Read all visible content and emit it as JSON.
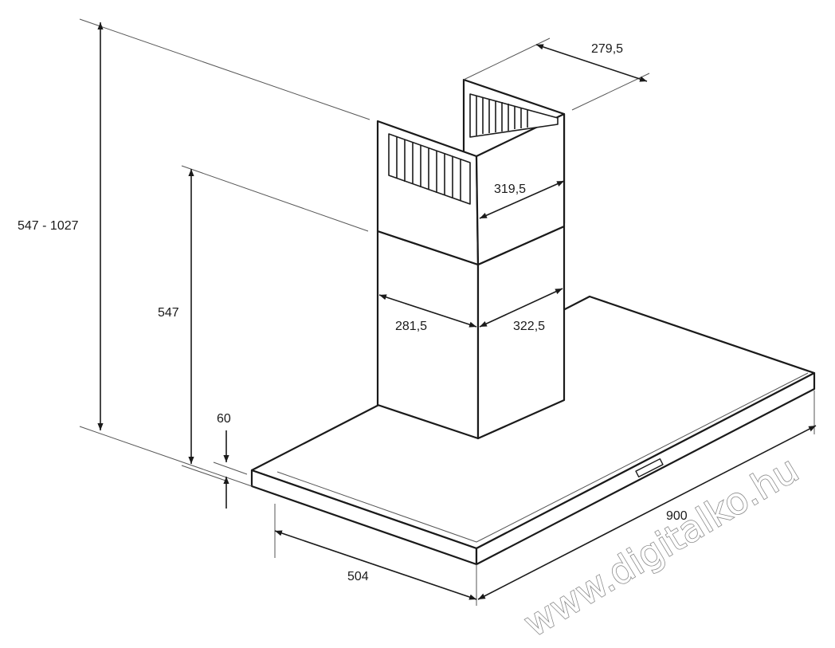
{
  "diagram": {
    "dimensions": {
      "total_height": "547 - 1027",
      "chimney_height": "547",
      "canopy_thickness": "60",
      "canopy_depth": "504",
      "canopy_width": "900",
      "upper_chimney_depth": "279,5",
      "upper_chimney_width": "319,5",
      "lower_chimney_depth": "281,5",
      "lower_chimney_width": "322,5"
    },
    "watermark": "www.digitalko.hu"
  },
  "colors": {
    "line": "#1a1a1a",
    "thin": "#555555",
    "watermark_outline": "#8a8a8a"
  }
}
